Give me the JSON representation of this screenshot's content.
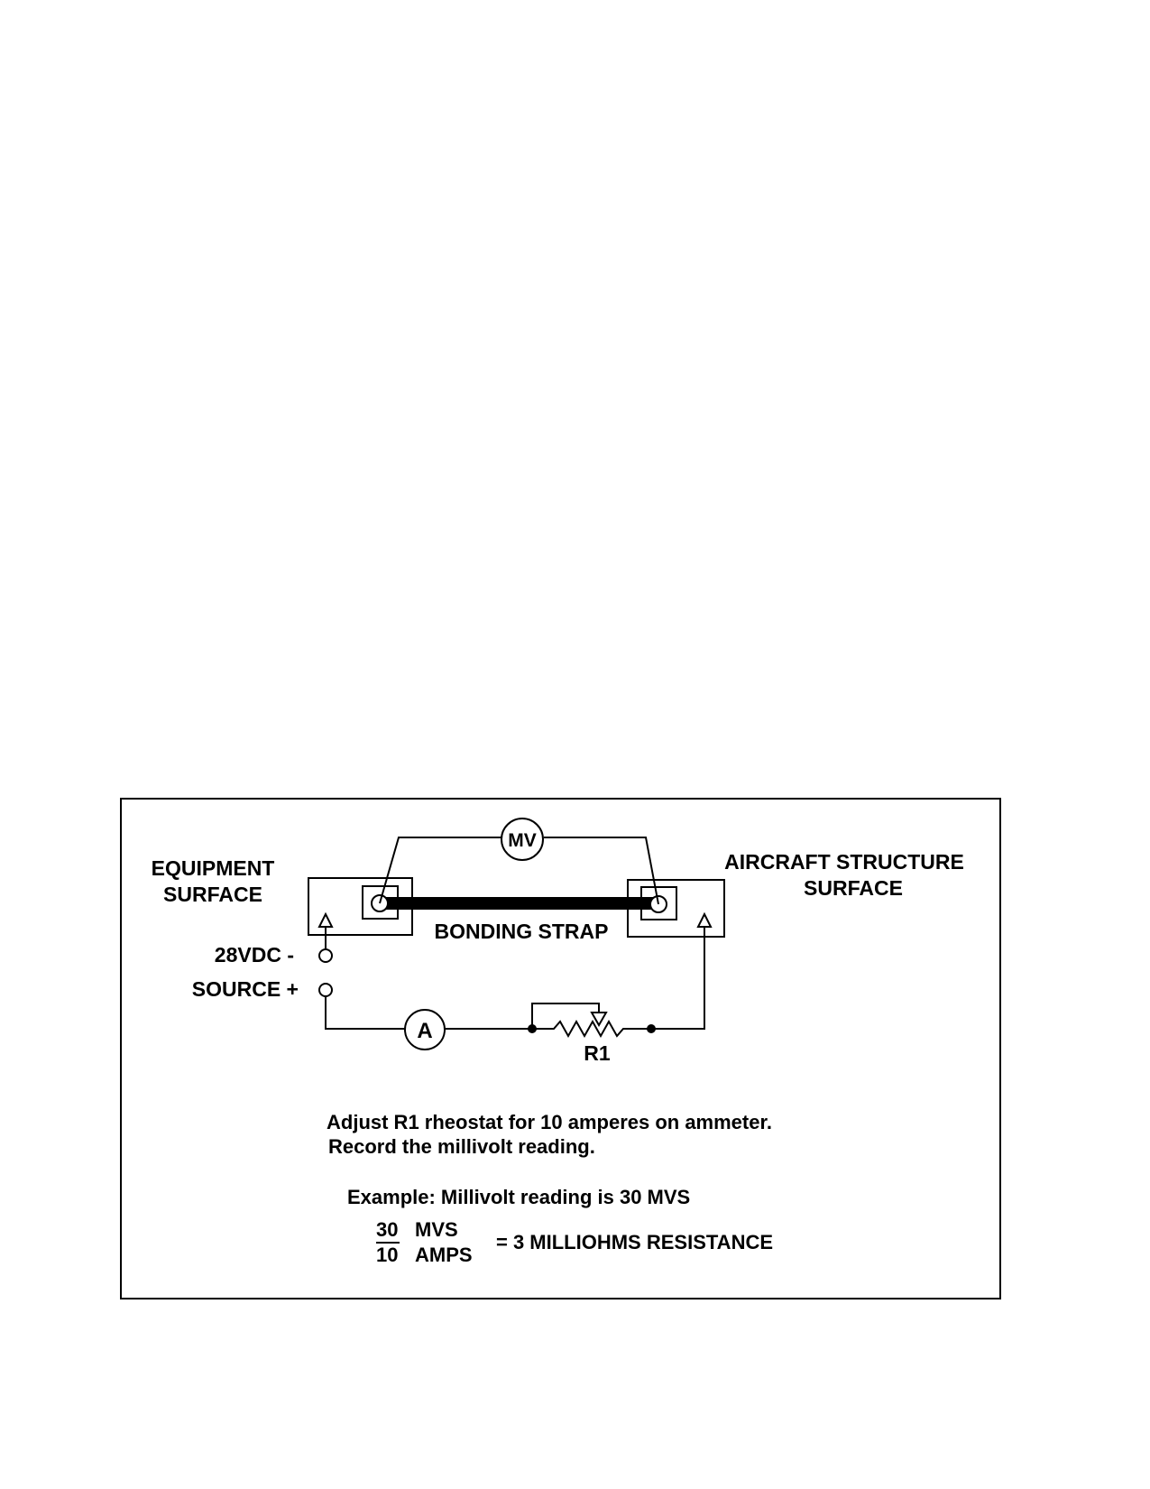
{
  "labels": {
    "equipment_line1": "EQUIPMENT",
    "equipment_line2": "SURFACE",
    "aircraft_line1": "AIRCRAFT STRUCTURE",
    "aircraft_line2": "SURFACE",
    "bonding_strap": "BONDING STRAP",
    "source_line1": "28VDC -",
    "source_line2": "SOURCE +",
    "millivoltmeter": "MV",
    "ammeter": "A",
    "rheostat": "R1"
  },
  "instructions": {
    "line1": "Adjust R1  rheostat for 10 amperes on ammeter.",
    "line2": "Record the millivolt reading."
  },
  "example": {
    "line": "Example:  Millivolt reading is 30 MVS",
    "numerator_value": "30",
    "numerator_unit": "MVS",
    "denominator_value": "10",
    "denominator_unit": "AMPS",
    "result": "=  3 MILLIOHMS RESISTANCE"
  },
  "colors": {
    "ink": "#000000",
    "paper": "#ffffff"
  }
}
